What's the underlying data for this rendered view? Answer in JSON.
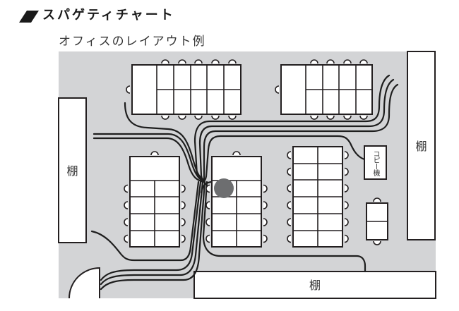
{
  "header": {
    "title": "スパゲティチャート",
    "subtitle": "オフィスのレイアウト例"
  },
  "floor_plan": {
    "shelves": [
      {
        "position": "left",
        "label": "棚"
      },
      {
        "position": "right",
        "label": "棚"
      },
      {
        "position": "bottom",
        "label": "棚"
      }
    ],
    "copier": {
      "label": "コピー機"
    },
    "desk_clusters": [
      {
        "id": "A",
        "columns": 5,
        "rows": 2
      },
      {
        "id": "B",
        "columns": 4,
        "rows": 2
      },
      {
        "id": "C",
        "columns": 2,
        "rows": 4
      },
      {
        "id": "D",
        "columns": 2,
        "rows": 4
      },
      {
        "id": "E",
        "columns": 2,
        "rows": 6
      },
      {
        "id": "F",
        "columns": 1,
        "rows": 2
      }
    ]
  },
  "colors": {
    "floor": "#d3d4d6",
    "route_line": "#1e1e1e",
    "worker_marker": "#6d6e70",
    "title_icon": "#1a1a1a"
  }
}
